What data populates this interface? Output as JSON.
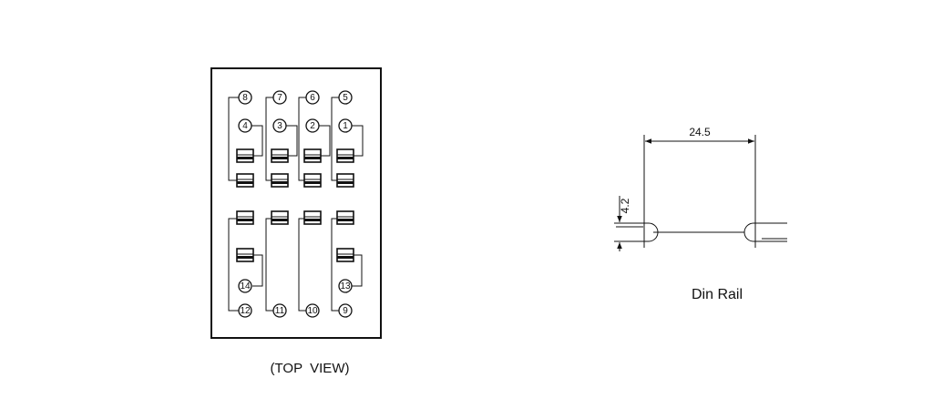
{
  "top_view": {
    "caption": "(TOP  VIEW)",
    "terminals_top": [
      "8",
      "7",
      "6",
      "5"
    ],
    "terminals_upper": [
      "4",
      "3",
      "2",
      "1"
    ],
    "terminals_lower_coil": [
      "14",
      "13"
    ],
    "terminals_bottom": [
      "12",
      "11",
      "10",
      "9"
    ]
  },
  "din_rail": {
    "caption": "Din Rail",
    "width_dimension": "24.5",
    "height_dimension": "4.2"
  }
}
